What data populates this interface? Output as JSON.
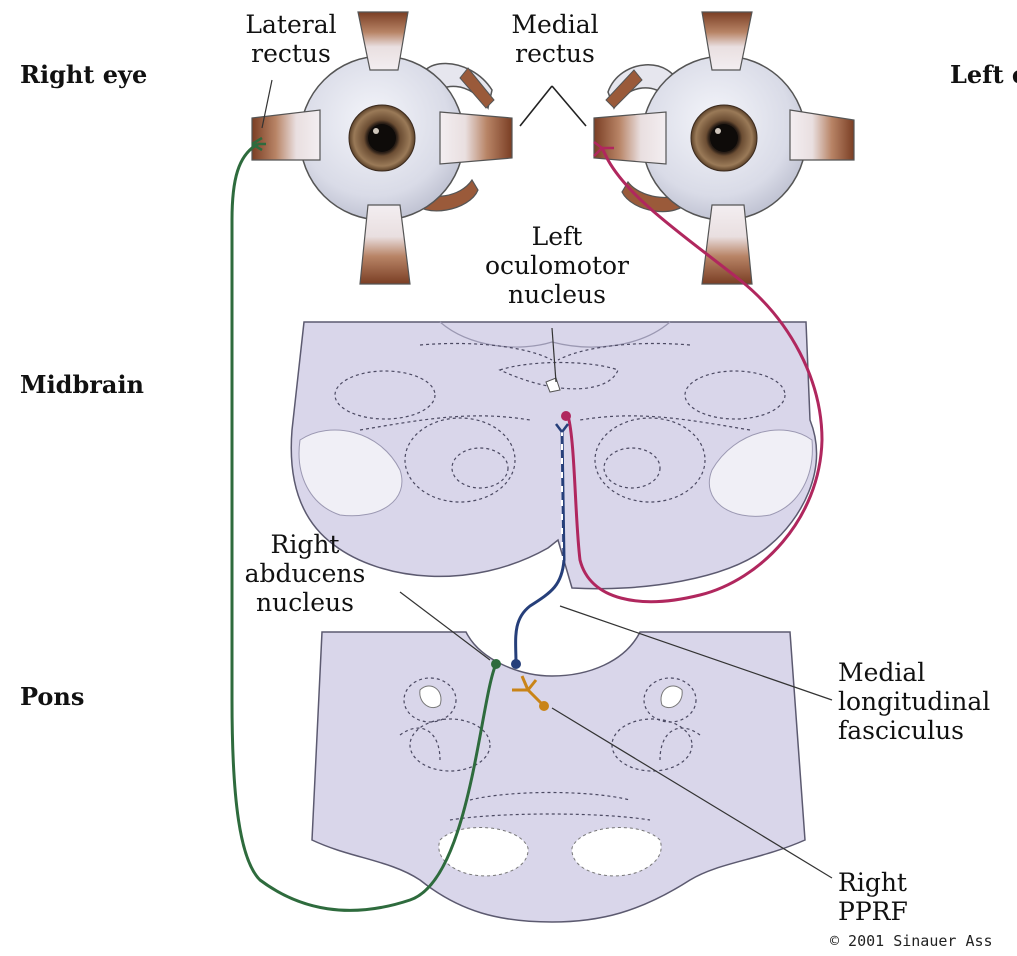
{
  "labels": {
    "right_eye": "Right eye",
    "left_eye": "Left e",
    "lateral_rectus": [
      "Lateral",
      "rectus"
    ],
    "medial_rectus": [
      "Medial",
      "rectus"
    ],
    "left_oculomotor": [
      "Left",
      "oculomotor",
      "nucleus"
    ],
    "midbrain": "Midbrain",
    "right_abducens": [
      "Right",
      "abducens",
      "nucleus"
    ],
    "pons": "Pons",
    "mlf": [
      "Medial",
      "longitudinal",
      "fasciculus"
    ],
    "pprf": [
      "Right",
      "PPRF"
    ],
    "copyright": "© 2001 Sinauer Ass"
  },
  "colors": {
    "abducens_pathway": "#2e6b3d",
    "oculomotor_pathway": "#b0275e",
    "mlf_pathway": "#263f7a",
    "pprf": "#c98418",
    "brain_tissue": "#d9d6ea",
    "brain_outline": "#5c5a70",
    "muscle": "#8a4a2e",
    "sclera": "#dfe1ea",
    "iris": "#7a5a3c"
  }
}
